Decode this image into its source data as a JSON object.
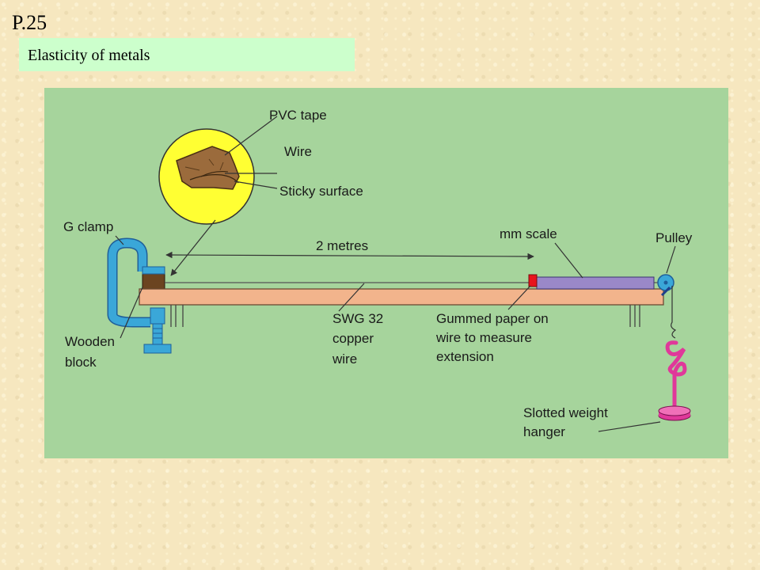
{
  "page": {
    "number": "P.25",
    "title": "Elasticity of metals"
  },
  "diagram": {
    "labels": {
      "pvc_tape": "PVC tape",
      "wire": "Wire",
      "sticky_surface": "Sticky surface",
      "g_clamp": "G clamp",
      "two_metres": "2 metres",
      "mm_scale": "mm scale",
      "pulley": "Pulley",
      "wooden_block": [
        "Wooden",
        "block"
      ],
      "swg_wire": [
        "SWG 32",
        "copper",
        "wire"
      ],
      "gummed_paper": [
        "Gummed paper on",
        "wire to measure",
        "extension"
      ],
      "hanger": [
        "Slotted weight",
        "hanger"
      ]
    },
    "colors": {
      "background": "#a6d49c",
      "inset_circle": "#ffff33",
      "bench": "#f2b48c",
      "clamp": "#3aa7d8",
      "tape": "#9b6b3c",
      "scale": "#9a88c8",
      "marker": "#e8141c",
      "hanger": "#e0389a"
    }
  }
}
